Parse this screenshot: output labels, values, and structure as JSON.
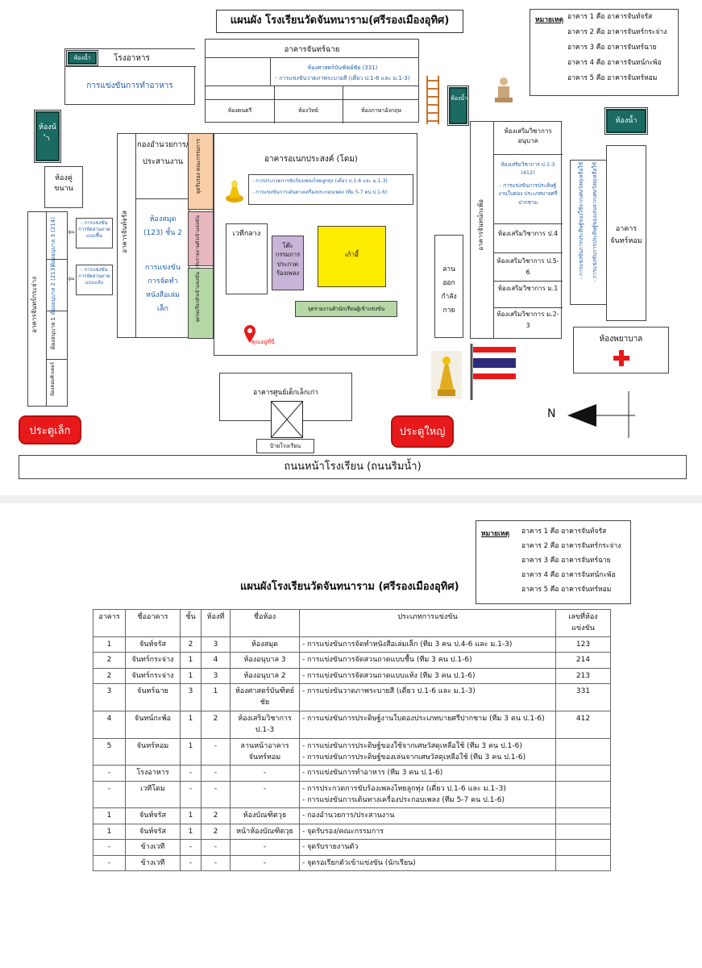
{
  "map": {
    "title": "แผนผัง โรงเรียนวัดจันทนาราม(ศรีรองเมืองอุทิศ)",
    "note_head": "หมายเหตุ",
    "notes": [
      "อาคาร 1 คือ อาคารจันท์จรัส",
      "อาคาร 2 คือ อาคารจันทร์กระจ่าง",
      "อาคาร 3 คือ อาคารจันทร์ฉาย",
      "อาคาร 4 คือ อาคารจันทน์กะพ้อ",
      "อาคาร 5 คือ อาคารจันทร์หอม"
    ],
    "canteen": {
      "wash": "ห้องน้ำ",
      "name": "โรงอาหาร",
      "comp": "การแข่งขันการทำอาหาร"
    },
    "chanchai": {
      "name": "อาคารจันทร์ฉาย",
      "room331": "ห้องศาสตร์บันฑิตย์ชัย (331)",
      "comp": "- การแข่งขันวาดภาพระบายสี (เดี่ยว ป.1-6 และ ม.1-3)",
      "r1": "ห้องดนตรี",
      "r2": "ห้องวิทย์",
      "r3": "ห้องภาษาอังกฤษ"
    },
    "washroom": "ห้องน้ำ",
    "wash_top_left": "ห้องน้ำ",
    "wash_small": "ห้องน้ำ",
    "counsel": "ห้องคู่ขนาน",
    "chankrajang": {
      "name": "อาคารจันทร์กระจ่าง",
      "kinder3": "ห้องอนุบาล 3 (214)",
      "kinder2": "ห้องอนุบาล 2 (213)",
      "kinder1": "ห้องอนุบาล 1",
      "computer": "ห้องคอมพิวเตอร์",
      "comp1": "- การแข่งขันการจัดสวนถาดแบบแห้ง",
      "comp2": "- การแข่งขันการจัดสวนถาดแบบชื้น"
    },
    "chancharat": {
      "name": "อาคารจันท์จรัส",
      "office": "กองอำนวยการ/ประสานงาน",
      "library": "ห้องสมุด (123) ชั้น 2",
      "libcomp": "การแข่งขันการจัดทำหนังสือเล่มเล็ก",
      "reg": "จุดรับรอง คณะกรรมการ",
      "strip2": "จุดรับรายงานตัวเข้าแข่งขัน",
      "strip3": "จุดรอเรียกตัวเข้าแข่งขัน"
    },
    "dome": {
      "name": "อาคารอเนกประสงค์ (โดม)",
      "c1": "- การประกวดการขับร้องเพลงไทยลูกทุ่ง (เดี่ยว ป.1-6 และ ม.1-3)",
      "c2": "- การแข่งขันการเต้นทางเครื่องประกอบเพลง (ทีม 5-7 คน ป.1-6)",
      "stage": "เวทีกลาง",
      "judge": "โต๊ะกรรมการประกวดร้องเพลง",
      "seats": "เก้าอี้",
      "report": "จุดรายงานตัวนักเรียนผู้เข้าแข่งขัน",
      "here": "คุณอยู่ที่นี่"
    },
    "field": "ลานออกกำลังกาย",
    "chankapho": {
      "name": "อาคารจันทน์กะพ้อ",
      "r1": "ห้องเสริมวิชาการอนุบาล",
      "r2": "ห้องเสริมวิชาการ ป.1-3 (412)",
      "r2c": "- การแข่งขันการประดิษฐ์งานใบตอง ประเภทบายศรีปากชาม",
      "r3": "ห้องเสริมวิชาการ ป.4",
      "r4": "ห้องเสริมวิชาการ ป.5-6",
      "r5": "ห้องเสริมวิชาการ ม.1",
      "r6": "ห้องเสริมวิชาการ ม.2-3"
    },
    "chanhom": {
      "name": "อาคารจันทร์หอม",
      "c1": "- การแข่งขันการประดิษฐ์ของใช้จากเศษวัสดุเหลือใช้",
      "c2": "- การแข่งขันการประดิษฐ์ของเล่นจากเศษวัสดุเหลือใช้"
    },
    "nurse": "ห้องพยาบาล",
    "kids": "อาคารศูนย์เด็กเล็กเก่า",
    "sign": "ป้ายโรงเรียน",
    "gate_small": "ประตูเล็ก",
    "gate_big": "ประตูใหญ่",
    "road": "ถนนหน้าโรงเรียน (ถนนริมน้ำ)",
    "north": "N"
  },
  "table": {
    "title": "แผนผังโรงเรียนวัดจันทนาราม (ศรีรองเมืองอุทิศ)",
    "note_head": "หมายเหตุ",
    "notes": [
      "อาคาร 1 คือ อาคารจันท์จรัส",
      "อาคาร 2 คือ อาคารจันทร์กระจ่าง",
      "อาคาร 3 คือ อาคารจันทร์ฉาย",
      "อาคาร 4 คือ อาคารจันทน์กะพ้อ",
      "อาคาร 5 คือ อาคารจันทร์หอม"
    ],
    "headers": [
      "อาคาร",
      "ชื่ออาคาร",
      "ชั้น",
      "ห้องที่",
      "ชื่อห้อง",
      "ประเภทการแข่งขัน",
      "เลขที่ห้องแข่งขัน"
    ],
    "rows": [
      [
        "1",
        "จันท์จรัส",
        "2",
        "3",
        "ห้องสมุด",
        "- การแข่งขันการจัดทำหนังสือเล่มเล็ก (ทีม 3 คน ป.4-6 และ ม.1-3)",
        "",
        "123"
      ],
      [
        "2",
        "จันทร์กระจ่าง",
        "1",
        "4",
        "ห้องอนุบาล 3",
        "- การแข่งขันการจัดสวนถาดแบบชื้น (ทีม 3 คน ป.1-6)",
        "",
        "214"
      ],
      [
        "2",
        "จันทร์กระจ่าง",
        "1",
        "3",
        "ห้องอนุบาล 2",
        "- การแข่งขันการจัดสวนถาดแบบแห้ง (ทีม 3 คน ป.1-6)",
        "",
        "213"
      ],
      [
        "3",
        "จันทร์ฉาย",
        "3",
        "1",
        "ห้องศาสตร์บันฑิตย์ชัย",
        "- การแข่งขันวาดภาพระบายสี (เดี่ยว ป.1-6 และ ม.1-3)",
        "",
        "331"
      ],
      [
        "4",
        "จันทน์กะพ้อ",
        "1",
        "2",
        "ห้องเสริมวิชาการ ป.1-3",
        "- การแข่งขันการประดิษฐ์งานใบตองประเภทบายศรีปากชาม (ทีม 3 คน ป.1-6)",
        "",
        "412"
      ],
      [
        "5",
        "จันทร์หอม",
        "1",
        "-",
        "ลานหน้าอาคาร จันทร์หอม",
        "- การแข่งขันการประดิษฐ์ของใช้จากเศษวัสดุเหลือใช้ (ทีม 3 คน ป.1-6)",
        "- การแข่งขันการประดิษฐ์ของเล่นจากเศษวัสดุเหลือใช้ (ทีม 3 คน ป.1-6)",
        ""
      ],
      [
        "-",
        "โรงอาหาร",
        "-",
        "-",
        "-",
        "- การแข่งขันการทำอาหาร (ทีม 3 คน ป.1-6)",
        "",
        ""
      ],
      [
        "-",
        "เวทีโดม",
        "-",
        "-",
        "-",
        "- การประกวดการขับร้องเพลงไทยลูกทุ่ง (เดี่ยว ป.1-6 และ ม.1–3)",
        "- การแข่งขันการเต้นทางเครื่องประกอบเพลง (ทีม 5-7 คน ป.1-6)",
        ""
      ],
      [
        "1",
        "จันท์จรัส",
        "1",
        "2",
        "ห้องบัณฑิตวุธ",
        "- กองอำนวยการ/ประสานงาน",
        "",
        ""
      ],
      [
        "1",
        "จันท์จรัส",
        "1",
        "2",
        "หน้าห้องบัณฑิตวุธ",
        "- จุดรับรอง/คณะกรรมการ",
        "",
        ""
      ],
      [
        "-",
        "ข้างเวที",
        "-",
        "-",
        "-",
        "- จุดรับรายงานตัว",
        "",
        ""
      ],
      [
        "-",
        "ข้างเวที",
        "-",
        "-",
        "-",
        "- จุดรอเรียกตัวเข้าแข่งขัน (นักเรียน)",
        "",
        ""
      ]
    ]
  }
}
